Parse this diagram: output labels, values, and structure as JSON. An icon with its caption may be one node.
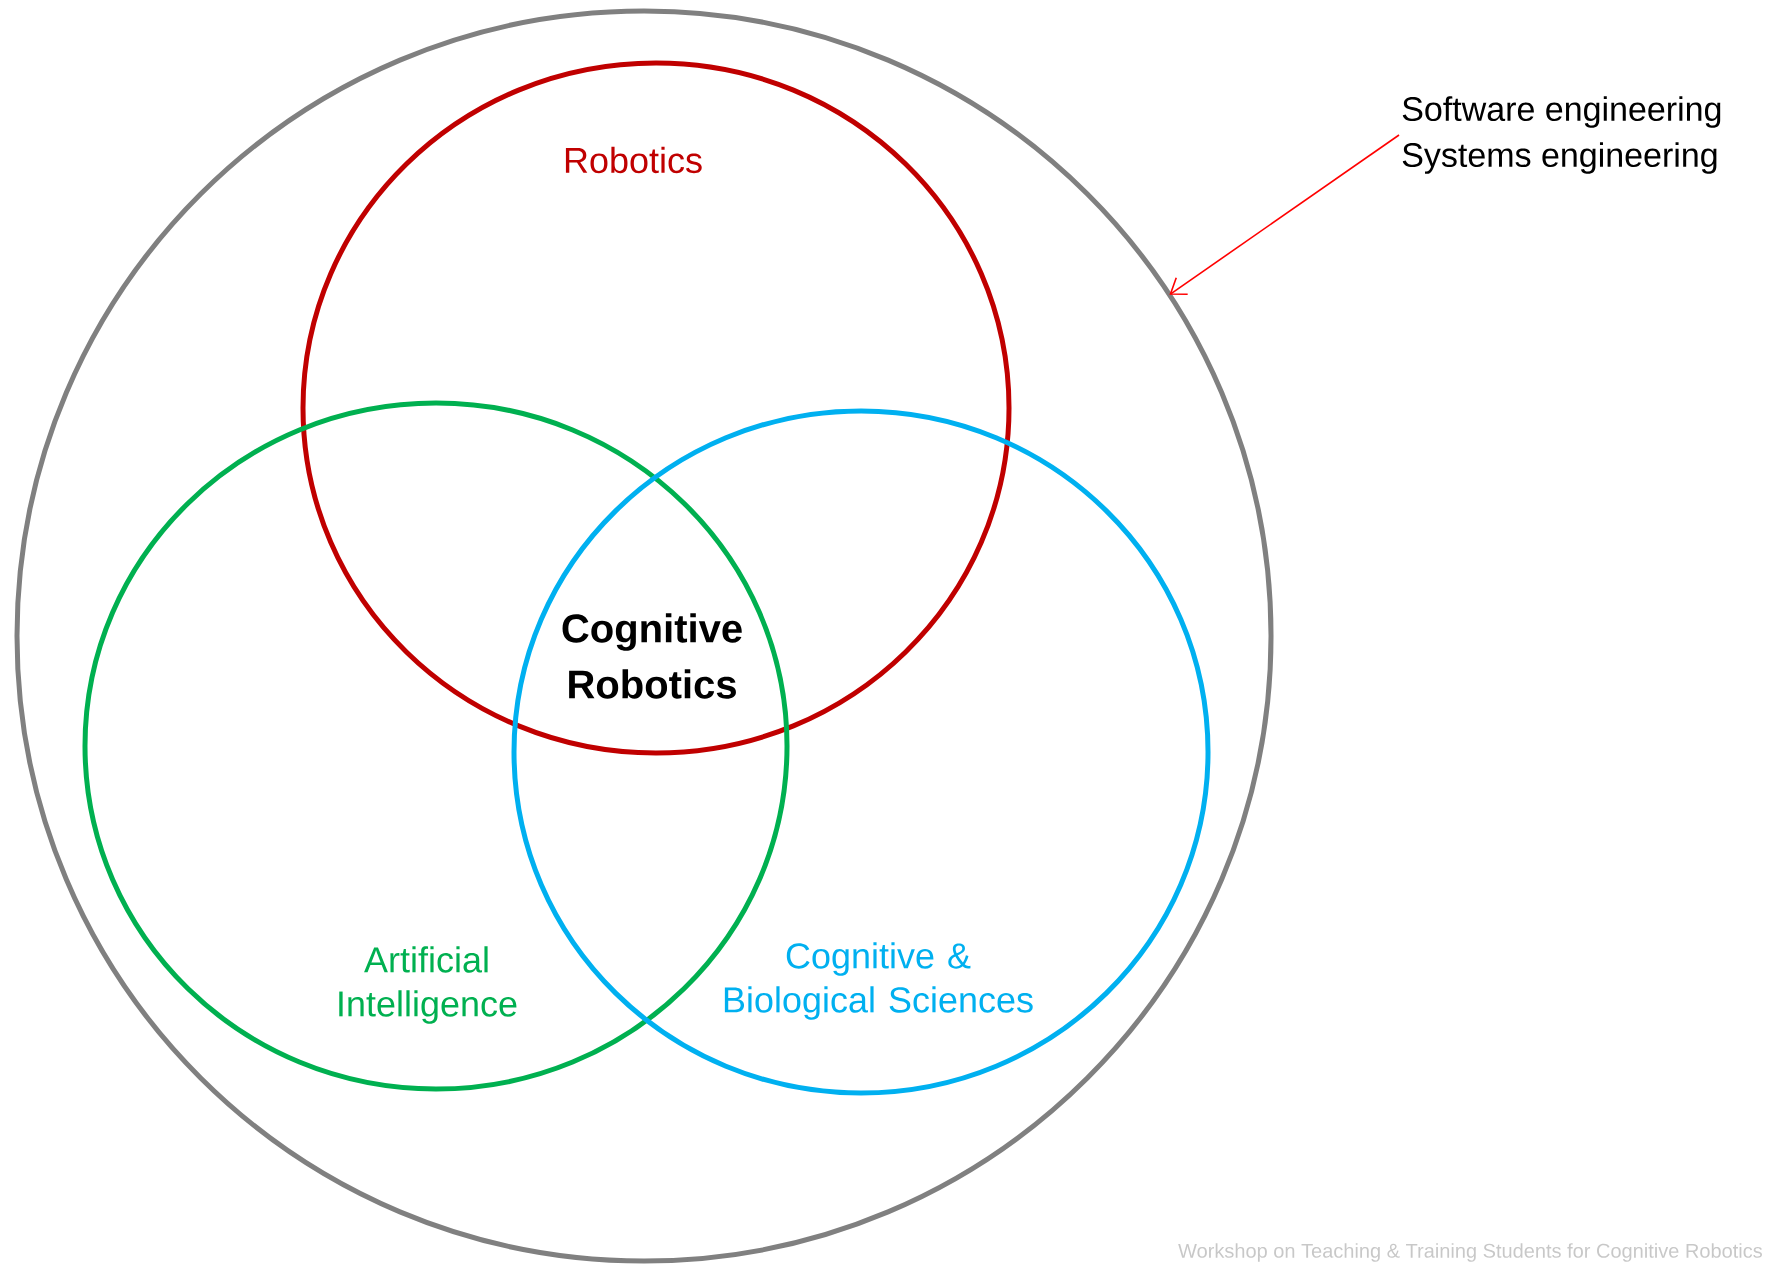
{
  "diagram": {
    "nodes": [
      {
        "text": [],
        "shape": "circle"
      },
      {
        "text": [
          "Software engineering",
          "Systems engineering"
        ]
      },
      {
        "text": [
          "Robotics"
        ],
        "in": 0
      },
      {
        "text": [
          "Artificial Intelligence"
        ],
        "in": 0
      },
      {
        "text": [
          "Cognitive & Biological Sciences"
        ],
        "in": 0
      }
    ],
    "edges": [
      {
        "from": 1,
        "to": 0,
        "arrow": "to",
        "color": "#ff0000"
      }
    ],
    "labels": [
      "Cognitive Robotics",
      "Workshop on Teaching & Training Students for Cognitive Robotics"
    ]
  }
}
